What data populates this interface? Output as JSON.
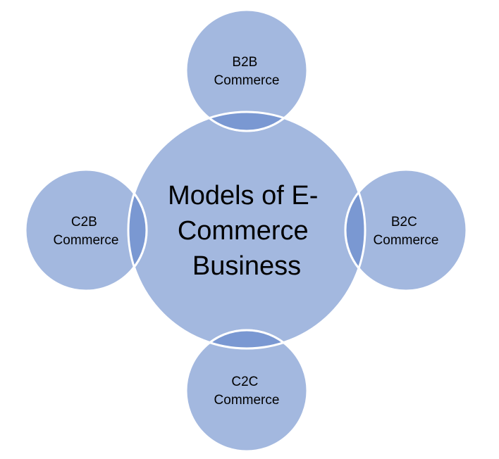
{
  "diagram": {
    "center": {
      "lines": [
        "Models of E-",
        "Commerce",
        "Business"
      ]
    },
    "satellites": {
      "top": {
        "lines": [
          "B2B",
          "Commerce"
        ]
      },
      "right": {
        "lines": [
          "B2C",
          "Commerce"
        ]
      },
      "bottom": {
        "lines": [
          "C2C",
          "Commerce"
        ]
      },
      "left": {
        "lines": [
          "C2B",
          "Commerce"
        ]
      }
    },
    "colors": {
      "fill": "#a3b8df",
      "overlap": "#7a98d2",
      "stroke": "#ffffff",
      "text": "#000000"
    }
  }
}
